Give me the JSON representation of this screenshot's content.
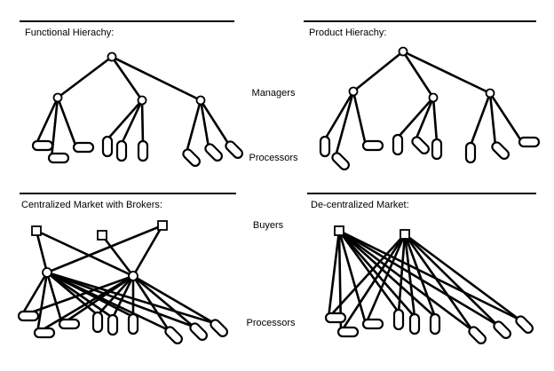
{
  "panels": {
    "functional": {
      "title": "Functional Hierachy:"
    },
    "product": {
      "title": "Product Hierachy:"
    },
    "centralized": {
      "title": "Centralized Market with Brokers:"
    },
    "decentralized": {
      "title": "De-centralized Market:"
    }
  },
  "labels": {
    "managers": "Managers",
    "processors_top": "Processors",
    "buyers": "Buyers",
    "processors_bottom": "Processors"
  }
}
